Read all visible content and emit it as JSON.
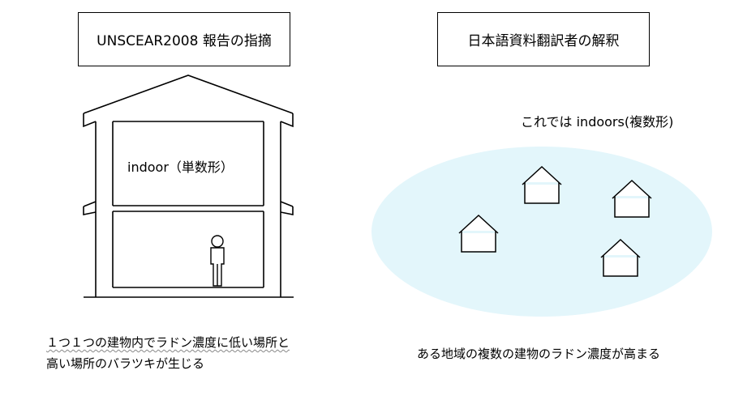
{
  "left": {
    "title": "UNSCEAR2008 報告の指摘",
    "house_label": "indoor（単数形）",
    "caption_line1": "１つ１つの建物内でラドン濃度に低い場所と",
    "caption_line2": "高い場所のバラツキが生じる"
  },
  "right": {
    "title": "日本語資料翻訳者の解釈",
    "region_label": "これでは indoors(複数形)",
    "caption": "ある地域の複数の建物のラドン濃度が高まる"
  },
  "colors": {
    "region_fill": "#e3f6fb",
    "line": "#000000"
  },
  "small_houses": 4
}
